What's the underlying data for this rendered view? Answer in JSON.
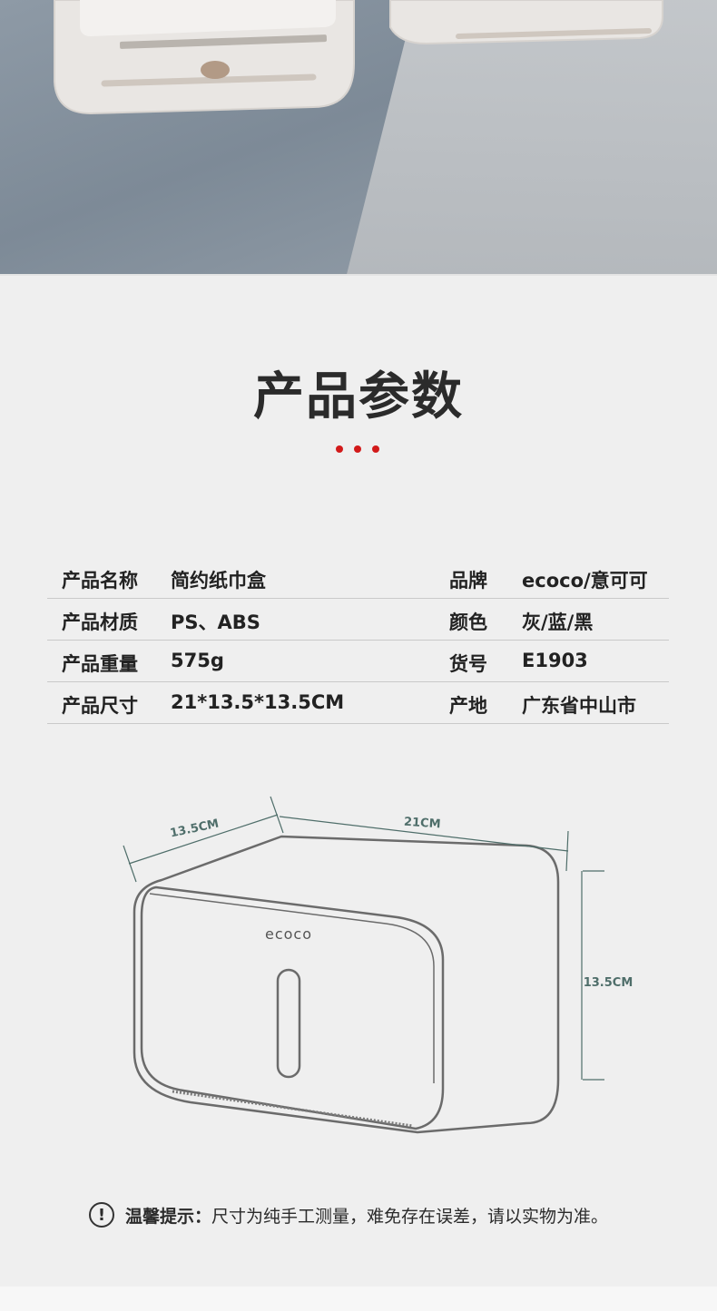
{
  "title": "产品参数",
  "specs": [
    {
      "label1": "产品名称",
      "value1": "简约纸巾盒",
      "label2": "品牌",
      "value2": "ecoco/意可可"
    },
    {
      "label1": "产品材质",
      "value1": "PS、ABS",
      "label2": "颜色",
      "value2": "灰/蓝/黑"
    },
    {
      "label1": "产品重量",
      "value1": "575g",
      "label2": "货号",
      "value2": "E1903"
    },
    {
      "label1": "产品尺寸",
      "value1": "21*13.5*13.5CM",
      "label2": "产地",
      "value2": "广东省中山市"
    }
  ],
  "diagram": {
    "depth_label": "13.5CM",
    "width_label": "21CM",
    "height_label": "13.5CM",
    "logo": "ecoco"
  },
  "notice": {
    "icon": "exclamation-circle-icon",
    "label": "温馨提示：",
    "text": "尺寸为纯手工测量，难免存在误差，请以实物为准。"
  },
  "colors": {
    "accent": "#d21a1a",
    "dimension": "#4f6e6a"
  }
}
